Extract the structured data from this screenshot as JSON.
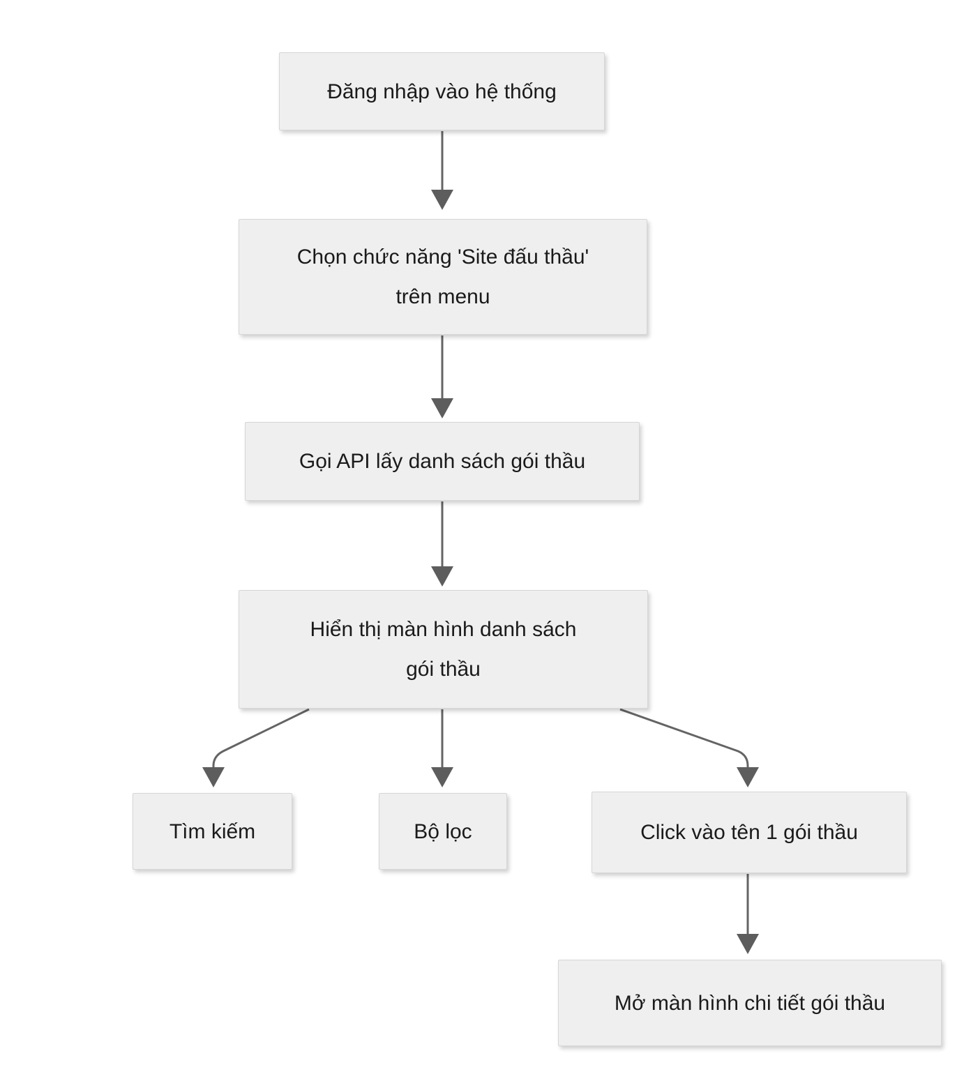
{
  "diagram": {
    "type": "flowchart",
    "colors": {
      "background": "#ffffff",
      "node_fill": "#efefef",
      "node_border": "#d6d6d6",
      "arrow": "#646464",
      "text": "#1a1a1a"
    },
    "nodes": [
      {
        "id": "login",
        "lines": [
          "Đăng nhập vào hệ thống"
        ]
      },
      {
        "id": "menu",
        "lines": [
          "Chọn chức năng 'Site đấu thầu'",
          "trên menu"
        ]
      },
      {
        "id": "api",
        "lines": [
          "Gọi API lấy danh sách gói thầu"
        ]
      },
      {
        "id": "list",
        "lines": [
          "Hiển thị màn hình danh sách",
          "gói thầu"
        ]
      },
      {
        "id": "search",
        "lines": [
          "Tìm kiếm"
        ]
      },
      {
        "id": "filter",
        "lines": [
          "Bộ lọc"
        ]
      },
      {
        "id": "click",
        "lines": [
          "Click vào tên 1 gói thầu"
        ]
      },
      {
        "id": "detail",
        "lines": [
          "Mở màn hình chi tiết gói thầu"
        ]
      }
    ],
    "edges": [
      {
        "from": "login",
        "to": "menu"
      },
      {
        "from": "menu",
        "to": "api"
      },
      {
        "from": "api",
        "to": "list"
      },
      {
        "from": "list",
        "to": "search"
      },
      {
        "from": "list",
        "to": "filter"
      },
      {
        "from": "list",
        "to": "click"
      },
      {
        "from": "click",
        "to": "detail"
      }
    ]
  }
}
